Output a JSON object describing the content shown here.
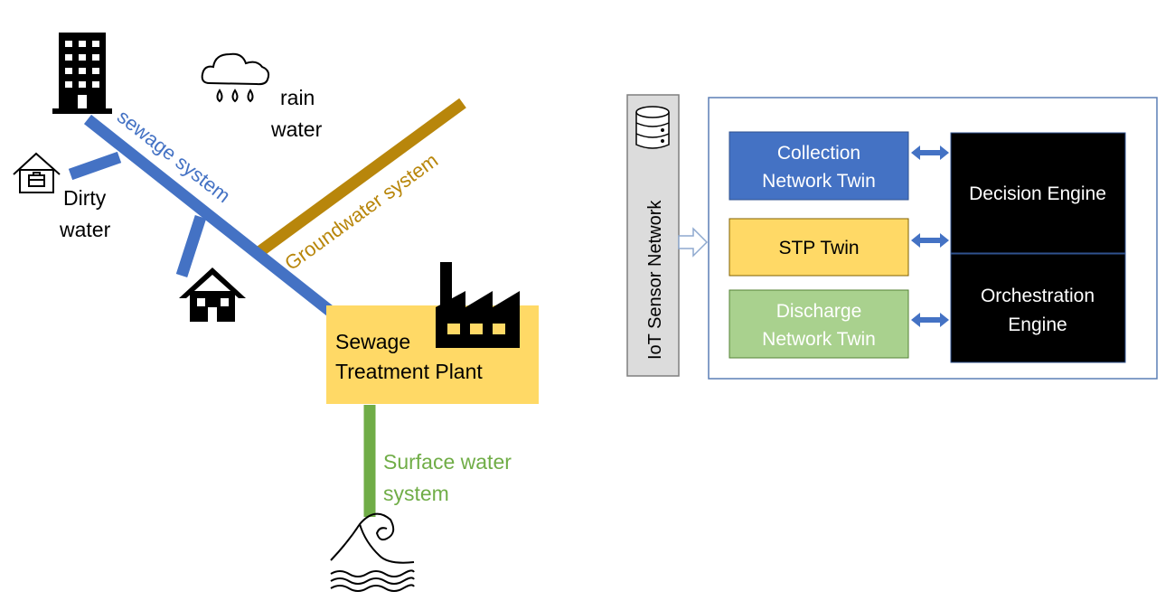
{
  "labels": {
    "sewage_system": "sewage system",
    "groundwater_system": "Groundwater system",
    "rain_line1": "rain",
    "rain_line2": "water",
    "dirty_line1": "Dirty",
    "dirty_line2": "water",
    "stp_line1": "Sewage",
    "stp_line2": "Treatment Plant",
    "surface_line1": "Surface water",
    "surface_line2": "system"
  },
  "architecture": {
    "sensor_network": "IoT Sensor Network",
    "collection_line1": "Collection",
    "collection_line2": "Network Twin",
    "stp_twin": "STP Twin",
    "discharge_line1": "Discharge",
    "discharge_line2": "Network Twin",
    "decision_engine": "Decision Engine",
    "orchestration_line1": "Orchestration",
    "orchestration_line2": "Engine"
  },
  "colors": {
    "sewage": "#4472c4",
    "groundwater": "#b8860b",
    "surface": "#70ad47",
    "stp_fill": "#ffd966",
    "collection_fill": "#4472c4",
    "stp_twin_fill": "#ffd966",
    "discharge_fill": "#a9d18e",
    "engine_fill": "#000000",
    "outline": "#5b7fb5"
  },
  "icons": [
    "building-icon",
    "cloud-rain-icon",
    "house-small-icon",
    "house-icon",
    "factory-icon",
    "wave-icon",
    "database-icon"
  ]
}
